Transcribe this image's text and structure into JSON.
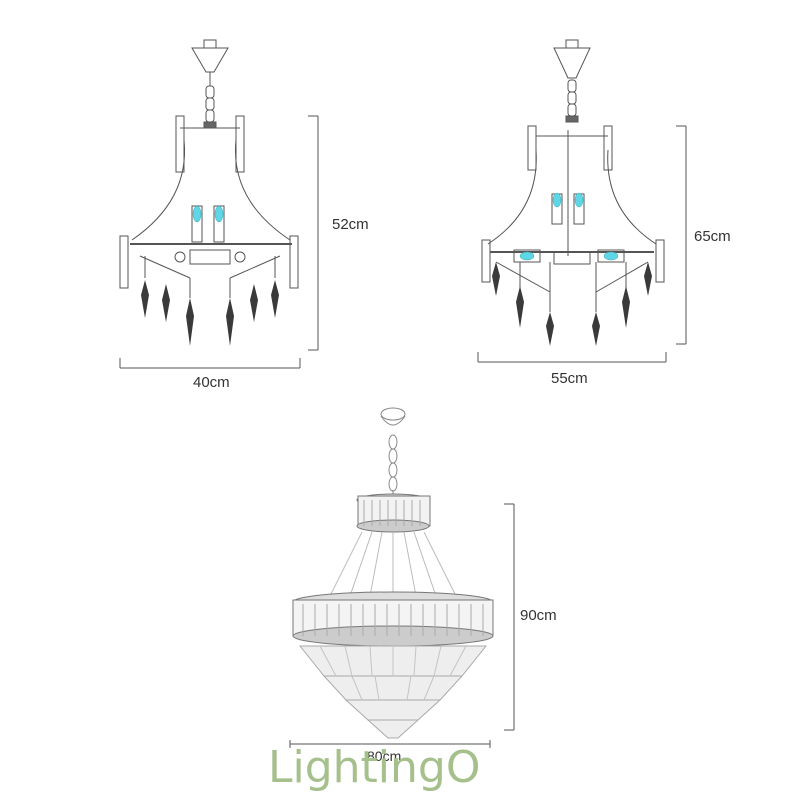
{
  "products": [
    {
      "id": "small",
      "width_label": "40cm",
      "height_label": "52cm"
    },
    {
      "id": "medium",
      "width_label": "55cm",
      "height_label": "65cm"
    },
    {
      "id": "large",
      "width_label": "80cm",
      "height_label": "90cm"
    }
  ],
  "brand": {
    "logo_text": "LightingO",
    "color": "#a6c08c"
  },
  "colors": {
    "line": "#555555",
    "bulb": "#5fd6e6",
    "crystal": "#3a3a3a"
  }
}
